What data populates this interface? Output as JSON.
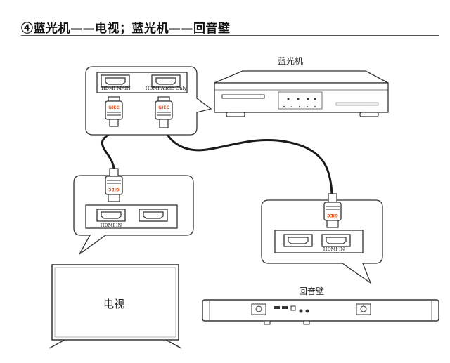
{
  "title": "④蓝光机——电视；蓝光机——回音壁",
  "devices": {
    "bluray": "蓝光机",
    "tv": "电视",
    "soundbar": "回音壁"
  },
  "ports": {
    "hdmi_main": "HDMI MAIN",
    "hdmi_audio_only": "HDMI Audio Only",
    "tv_hdmi_in": "HDMI IN",
    "soundbar_hdmi_in": "HDMI IN"
  },
  "plugs": {
    "brand": "GIEC"
  },
  "colors": {
    "plug_brand": "#e8531f",
    "line": "#333333",
    "cable": "#1a1a1a"
  }
}
